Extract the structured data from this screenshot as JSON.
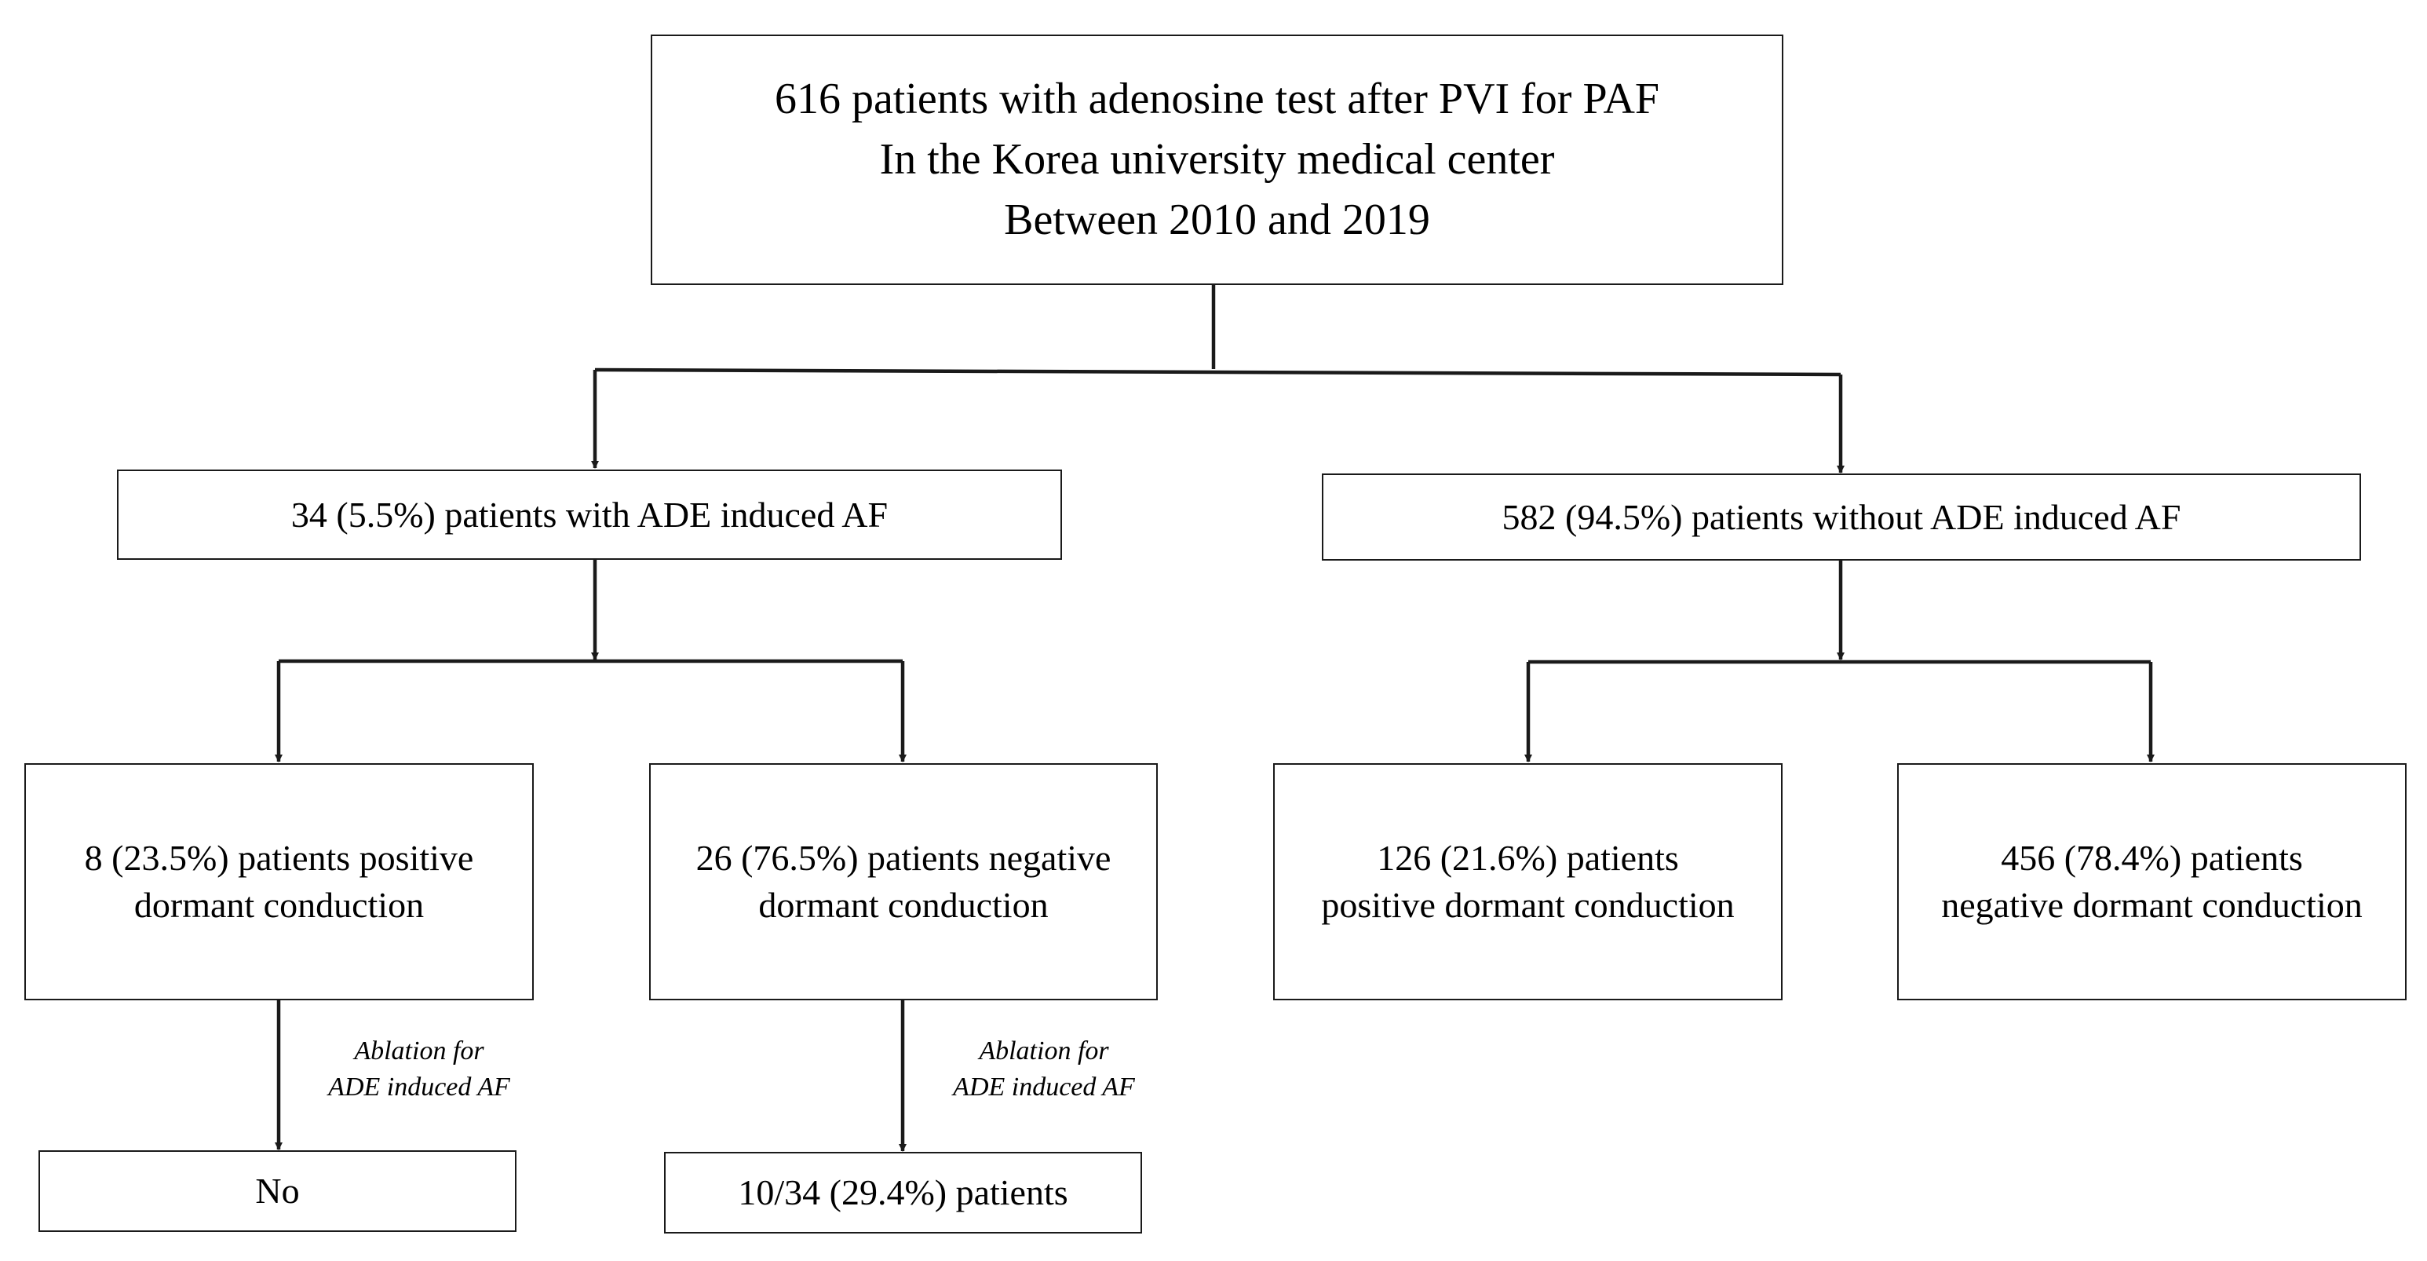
{
  "boxes": {
    "root": {
      "lines": [
        "616 patients with adenosine test after PVI for PAF",
        "In the Korea university medical center",
        "Between 2010 and 2019"
      ]
    },
    "with_ade": {
      "text": "34 (5.5%) patients with ADE induced AF"
    },
    "without_ade": {
      "text": "582 (94.5%) patients without ADE induced AF"
    },
    "with_positive": {
      "lines": [
        "8 (23.5%) patients positive",
        "dormant conduction"
      ]
    },
    "with_negative": {
      "lines": [
        "26 (76.5%) patients negative",
        "dormant conduction"
      ]
    },
    "without_positive": {
      "lines": [
        "126 (21.6%) patients",
        "positive dormant conduction"
      ]
    },
    "without_negative": {
      "lines": [
        "456 (78.4%) patients",
        "negative dormant conduction"
      ]
    },
    "outcome_positive": {
      "text": "No"
    },
    "outcome_negative": {
      "text": "10/34 (29.4%) patients"
    }
  },
  "notes": {
    "ablation_left": {
      "lines": [
        "Ablation for",
        "ADE induced AF"
      ]
    },
    "ablation_right": {
      "lines": [
        "Ablation for",
        "ADE induced AF"
      ]
    }
  },
  "colors": {
    "line": "#1a1a1a",
    "background": "#ffffff"
  }
}
